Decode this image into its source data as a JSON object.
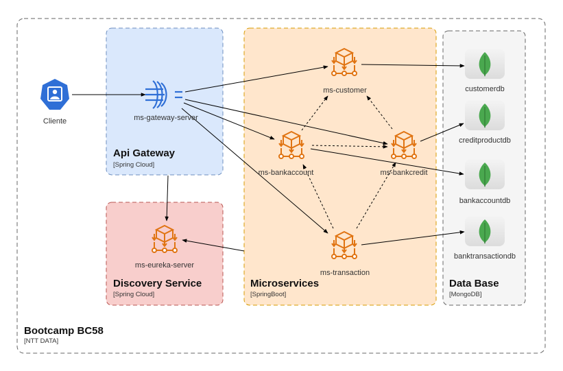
{
  "outer": {
    "title": "Bootcamp BC58",
    "subtitle": "[NTT DATA]"
  },
  "groups": {
    "gateway": {
      "title": "Api Gateway",
      "subtitle": "[Spring Cloud]",
      "fill": "#dae8fc",
      "stroke": "#6c8ebf"
    },
    "discovery": {
      "title": "Discovery Service",
      "subtitle": "[Spring Cloud]",
      "fill": "#f8cecc",
      "stroke": "#b85450"
    },
    "micro": {
      "title": "Microservices",
      "subtitle": "[SpringBoot]",
      "fill": "#ffe6cc",
      "stroke": "#d79b00"
    },
    "database": {
      "title": "Data Base",
      "subtitle": "[MongoDB]",
      "fill": "#f5f5f5",
      "stroke": "#666666"
    }
  },
  "nodes": {
    "cliente": "Cliente",
    "gateway_server": "ms-gateway-server",
    "eureka_server": "ms-eureka-server",
    "customer": "ms-customer",
    "bankaccount": "ms-bankaccount",
    "bankcredit": "ms-bankcredit",
    "transaction": "ms-transaction"
  },
  "databases": {
    "customerdb": "customerdb",
    "creditproductdb": "creditproductdb",
    "bankaccountdb": "bankaccountdb",
    "banktransactiondb": "banktransactiondb"
  },
  "colors": {
    "orange": "#e07412",
    "blue": "#2f6fd6",
    "mongo_green": "#4aa84f",
    "arrow": "#000000"
  }
}
